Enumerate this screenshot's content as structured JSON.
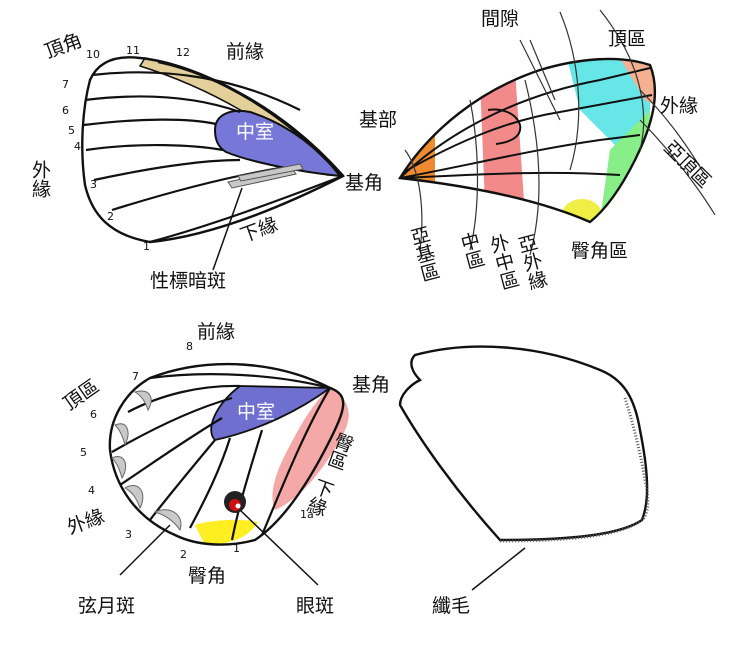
{
  "diagram": {
    "colors": {
      "discal_cell": "#7777d8",
      "costa_fill": "#e2cf9a",
      "basal_zone": "#f08a30",
      "median_zone": "#f28a8a",
      "postdiscal_zone": "#66e6e6",
      "submarginal_zone": "#88ee88",
      "tornal_zone": "#eeee44",
      "apical_zone": "#f5b090",
      "hind_discal_cell": "#6f6fcf",
      "anal_area": "#f5a8a8",
      "tornus_patch": "#ffee22",
      "eyespot_outer": "#222222",
      "eyespot_inner": "#d01010",
      "line": "#111111"
    },
    "forewing_labels": {
      "apex": "頂角",
      "costa": "前緣",
      "outer_margin": "外緣",
      "discal_cell": "中室",
      "base_angle": "基角",
      "inner_margin": "下緣",
      "sex_brand": "性標暗斑"
    },
    "forewing_veins": [
      "10",
      "11",
      "12",
      "7",
      "6",
      "5",
      "4",
      "3",
      "2",
      "1"
    ],
    "zones_labels": {
      "interspace": "間隙",
      "apical": "頂區",
      "basal": "基部",
      "outer_margin": "外緣",
      "subapical": "亞頂區",
      "base_angle": "基角",
      "subbasal": "亞基區",
      "median": "中區",
      "postdiscal": "外中區",
      "submarginal": "亞外緣",
      "tornal": "臀角區"
    },
    "hindwing_labels": {
      "costa": "前緣",
      "apex_area": "頂區",
      "base_angle": "基角",
      "discal_cell": "中室",
      "anal_area": "臀區",
      "inner_margin": "下緣",
      "outer_margin": "外緣",
      "tornus": "臀角",
      "lunule": "弦月斑",
      "eyespot": "眼斑"
    },
    "hindwing_veins": [
      "8",
      "7",
      "6",
      "5",
      "4",
      "3",
      "2",
      "1",
      "1a"
    ],
    "fringe_labels": {
      "cilia": "纖毛"
    }
  }
}
